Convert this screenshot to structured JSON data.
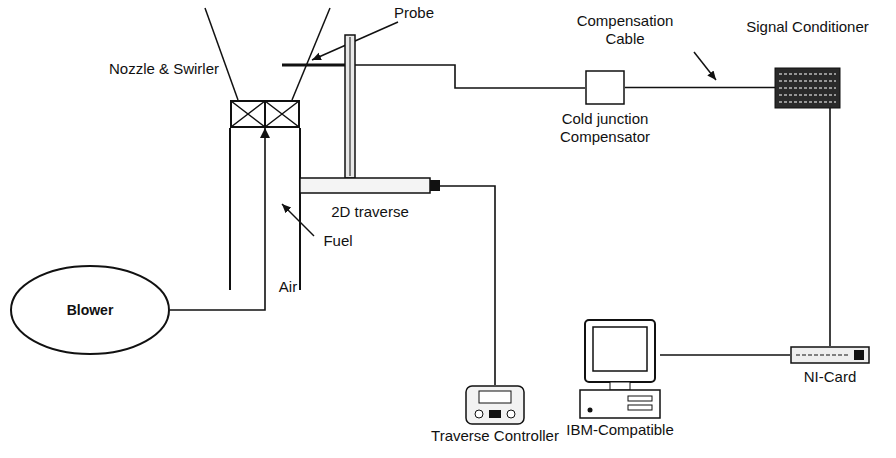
{
  "diagram": {
    "nodes": [
      {
        "text": [
          "Nozzle & Swirler"
        ]
      },
      {
        "text": [
          "2D traverse"
        ]
      },
      {
        "text": [
          "Cold junction Compensator"
        ]
      },
      {
        "text": [
          "Signal Conditioner"
        ]
      },
      {
        "text": [
          "Blower"
        ]
      },
      {
        "text": [
          "Traverse Controller"
        ]
      },
      {
        "text": [
          "NI-Card"
        ]
      },
      {
        "text": [
          "IBM-Compatible"
        ]
      }
    ],
    "edges": [
      {
        "from": 4,
        "to": 0,
        "arrow": "to"
      },
      {
        "from": 1,
        "to": 2,
        "arrow": "none"
      },
      {
        "from": 2,
        "to": 3,
        "arrow": "none"
      },
      {
        "from": 3,
        "to": 6,
        "arrow": "none"
      },
      {
        "from": 6,
        "to": 7,
        "arrow": "none"
      },
      {
        "from": 1,
        "to": 5,
        "arrow": "none"
      }
    ],
    "labels": [
      "Probe",
      "Compensation Cable",
      "Fuel",
      "Air"
    ]
  }
}
